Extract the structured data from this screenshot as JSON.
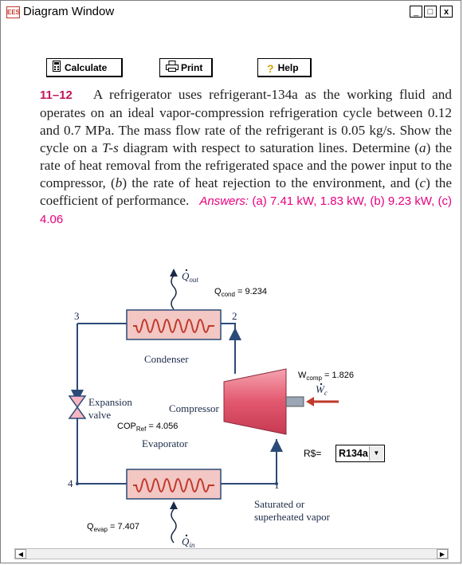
{
  "window": {
    "title": "Diagram Window",
    "app_icon_text": "EES",
    "minimize": "_",
    "maximize": "□",
    "close": "x"
  },
  "toolbar": {
    "calculate": "Calculate",
    "print": "Print",
    "help": "Help"
  },
  "problem": {
    "number": "11–12",
    "text_a": "A refrigerator uses refrigerant-134a as the working fluid and operates on an ideal vapor-compression refrigeration cycle between 0.12 and 0.7 MPa. The mass flow rate of the refrigerant is 0.05 kg/s. Show the cycle on a ",
    "ts": "T-s",
    "text_b": " diagram with respect to saturation lines. Determine (",
    "a": "a",
    "text_c": ") the rate of heat removal from the refrigerated space and the power input to the compressor, (",
    "b": "b",
    "text_d": ") the rate of heat rejection to the environment, and (",
    "c": "c",
    "text_e": ") the coefficient of performance.",
    "answers_label": "Answers:",
    "answer_a": "(a) 7.41 kW,",
    "answer_b": "1.83 kW, (b) 9.23 kW, (c) 4.06"
  },
  "diagram": {
    "q_out": "Q",
    "q_out_sub": "out",
    "q_in": "Q",
    "q_in_sub": "in",
    "w_c": "W",
    "w_c_sub": "c",
    "q_cond_label": "Q",
    "q_cond_sub": "cond",
    "q_cond_value": " = 9.234",
    "w_comp_label": "W",
    "w_comp_sub": "comp",
    "w_comp_value": " = 1.826",
    "q_evap_label": "Q",
    "q_evap_sub": "evap",
    "q_evap_value": " = 7.407",
    "cop_label": "COP",
    "cop_sub": "Ref",
    "cop_value": " = 4.056",
    "condenser": "Condenser",
    "evaporator": "Evaporator",
    "compressor": "Compressor",
    "expansion_1": "Expansion",
    "expansion_2": "valve",
    "state_1": "1",
    "state_2": "2",
    "state_3": "3",
    "state_4": "4",
    "sat_1": "Saturated or",
    "sat_2": "superheated vapor"
  },
  "refrigerant": {
    "label": "R$=",
    "value": "R134a"
  },
  "colors": {
    "pipe": "#2c4a78",
    "hx_fill": "#f2c7c4",
    "coil": "#c0392b",
    "compressor": "#e2586e",
    "answer": "#e6007e",
    "number": "#c2185b"
  }
}
